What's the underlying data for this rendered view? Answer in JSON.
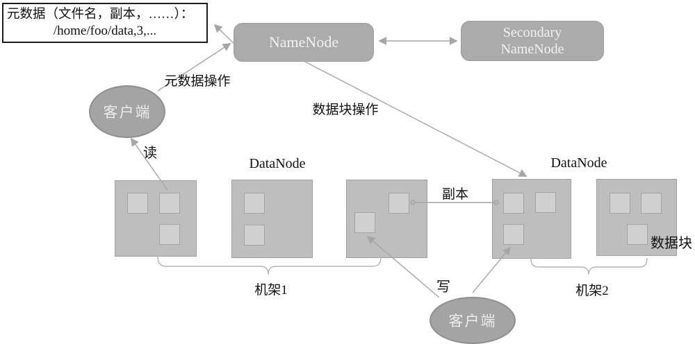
{
  "metadata_box": {
    "line1": "元数据（文件名，副本，……）：",
    "line2": "/home/foo/data,3,..."
  },
  "nodes": {
    "namenode": "NameNode",
    "secondary_line1": "Secondary",
    "secondary_line2": "NameNode",
    "client_top": "客户端",
    "client_bottom": "客户端"
  },
  "edge_labels": {
    "metadata_ops": "元数据操作",
    "block_ops": "数据块操作",
    "read": "读",
    "write": "写",
    "replica": "副本"
  },
  "group_labels": {
    "datanode_left": "DataNode",
    "datanode_right": "DataNode",
    "rack1": "机架1",
    "rack2": "机架2",
    "data_block": "数据块"
  },
  "colors": {
    "node_fill": "#ababab",
    "datanode_fill": "#bebebe",
    "block_fill": "#d0d0d0",
    "connector": "#a6a6a6",
    "bracket": "#b3b3b3",
    "node_text": "#f2f2f2",
    "label_text": "#111111",
    "note_border": "#1c1c1c"
  }
}
